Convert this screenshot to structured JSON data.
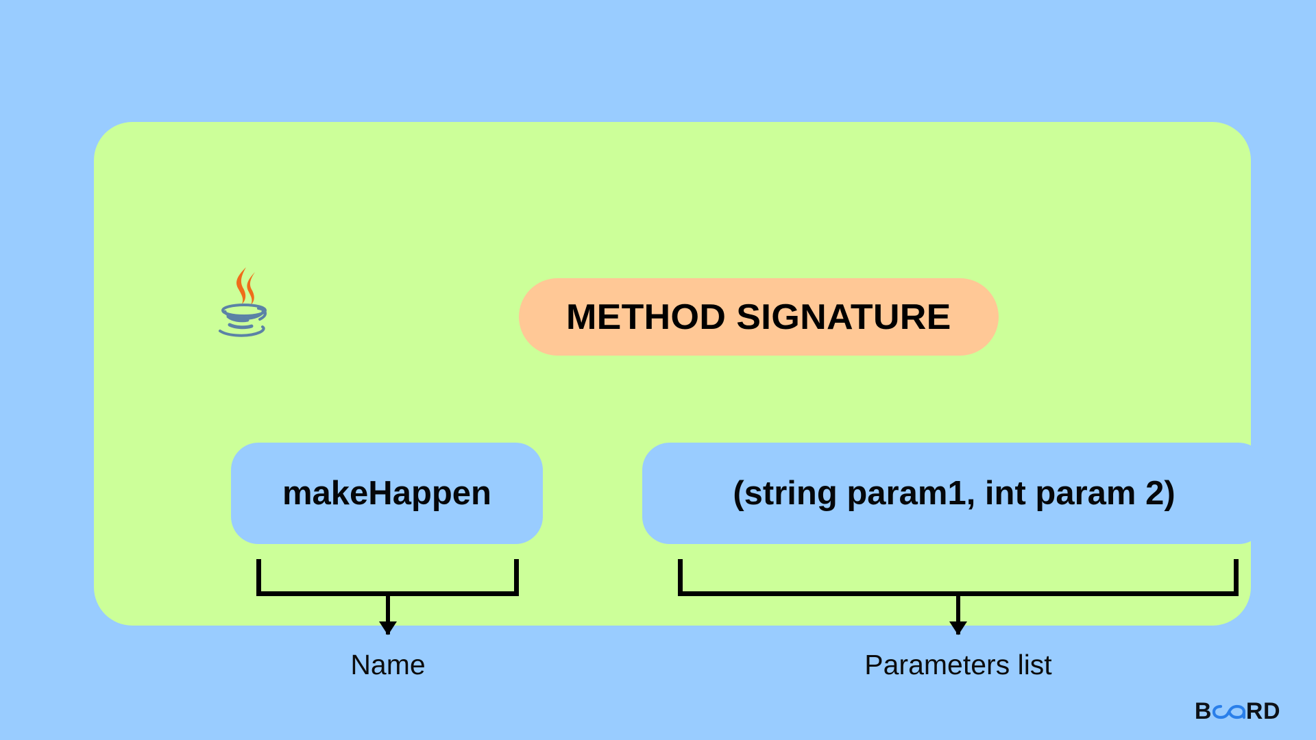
{
  "canvas": {
    "background_color": "#99ccff",
    "card_color": "#ccff99"
  },
  "card": {
    "logo": {
      "icon_name": "java-logo-icon",
      "alt": "Java",
      "steam_color": "#ef6c1a",
      "cup_color": "#5b82a6"
    },
    "title": {
      "text": "METHOD SIGNATURE",
      "pill_color": "#ffc896",
      "text_color": "#000000"
    },
    "tokens": [
      {
        "id": "method-name",
        "text": "makeHappen",
        "box_color": "#99ccff",
        "caption": "Name"
      },
      {
        "id": "parameters",
        "text": "(string param1, int param 2)",
        "box_color": "#99ccff",
        "caption": "Parameters list"
      }
    ]
  },
  "brand": {
    "prefix": "B",
    "middle": "OA",
    "suffix": "RD",
    "full": "BOARD",
    "dark_color": "#0d1117",
    "accent_color": "#2a7fea"
  }
}
